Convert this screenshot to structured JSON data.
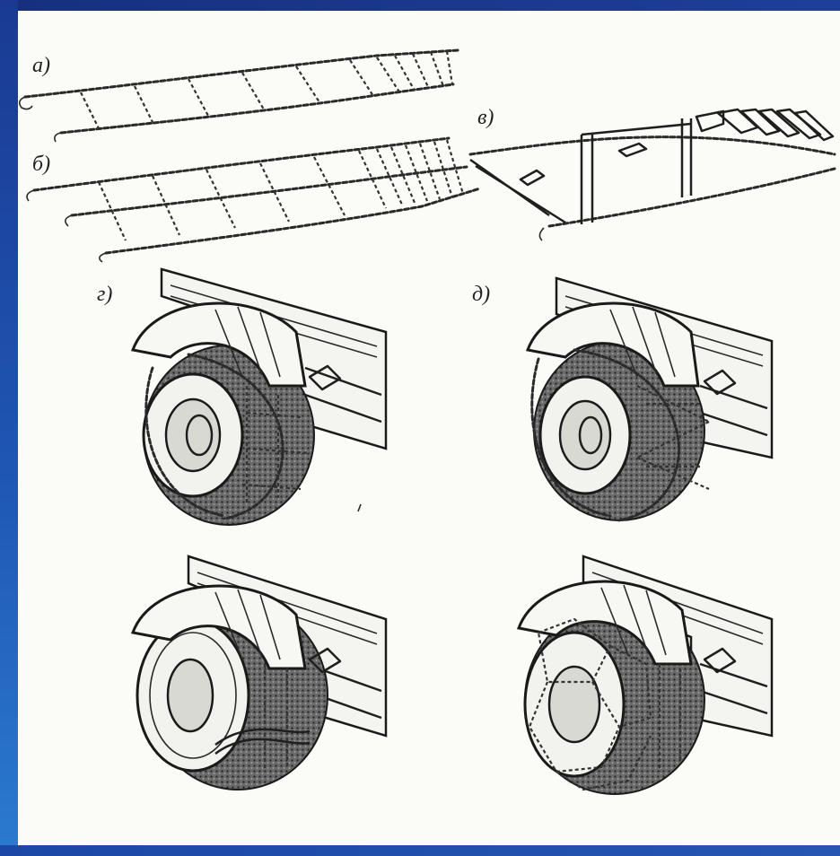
{
  "labels": {
    "a": "а)",
    "b": "б)",
    "v": "в)",
    "g": "г)",
    "d": "д)"
  },
  "colors": {
    "background_blue": "#1e4fb0",
    "paper": "#fbfbf8",
    "ink": "#1f1f1f"
  }
}
